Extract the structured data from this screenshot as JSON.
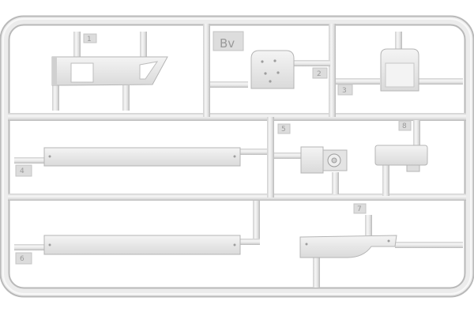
{
  "image": {
    "subject": "plastic model kit sprue",
    "colors": {
      "background": "#ffffff",
      "plastic": "#e8e8e8",
      "plastic_shadow": "#b9b9b9",
      "plastic_highlight": "#f7f7f7",
      "tab_fill": "#dcdcdc",
      "label_ink": "#9a9a9a"
    },
    "sprue_letter": "Bv",
    "part_numbers": [
      "1",
      "2",
      "3",
      "4",
      "5",
      "6",
      "7",
      "8"
    ]
  }
}
